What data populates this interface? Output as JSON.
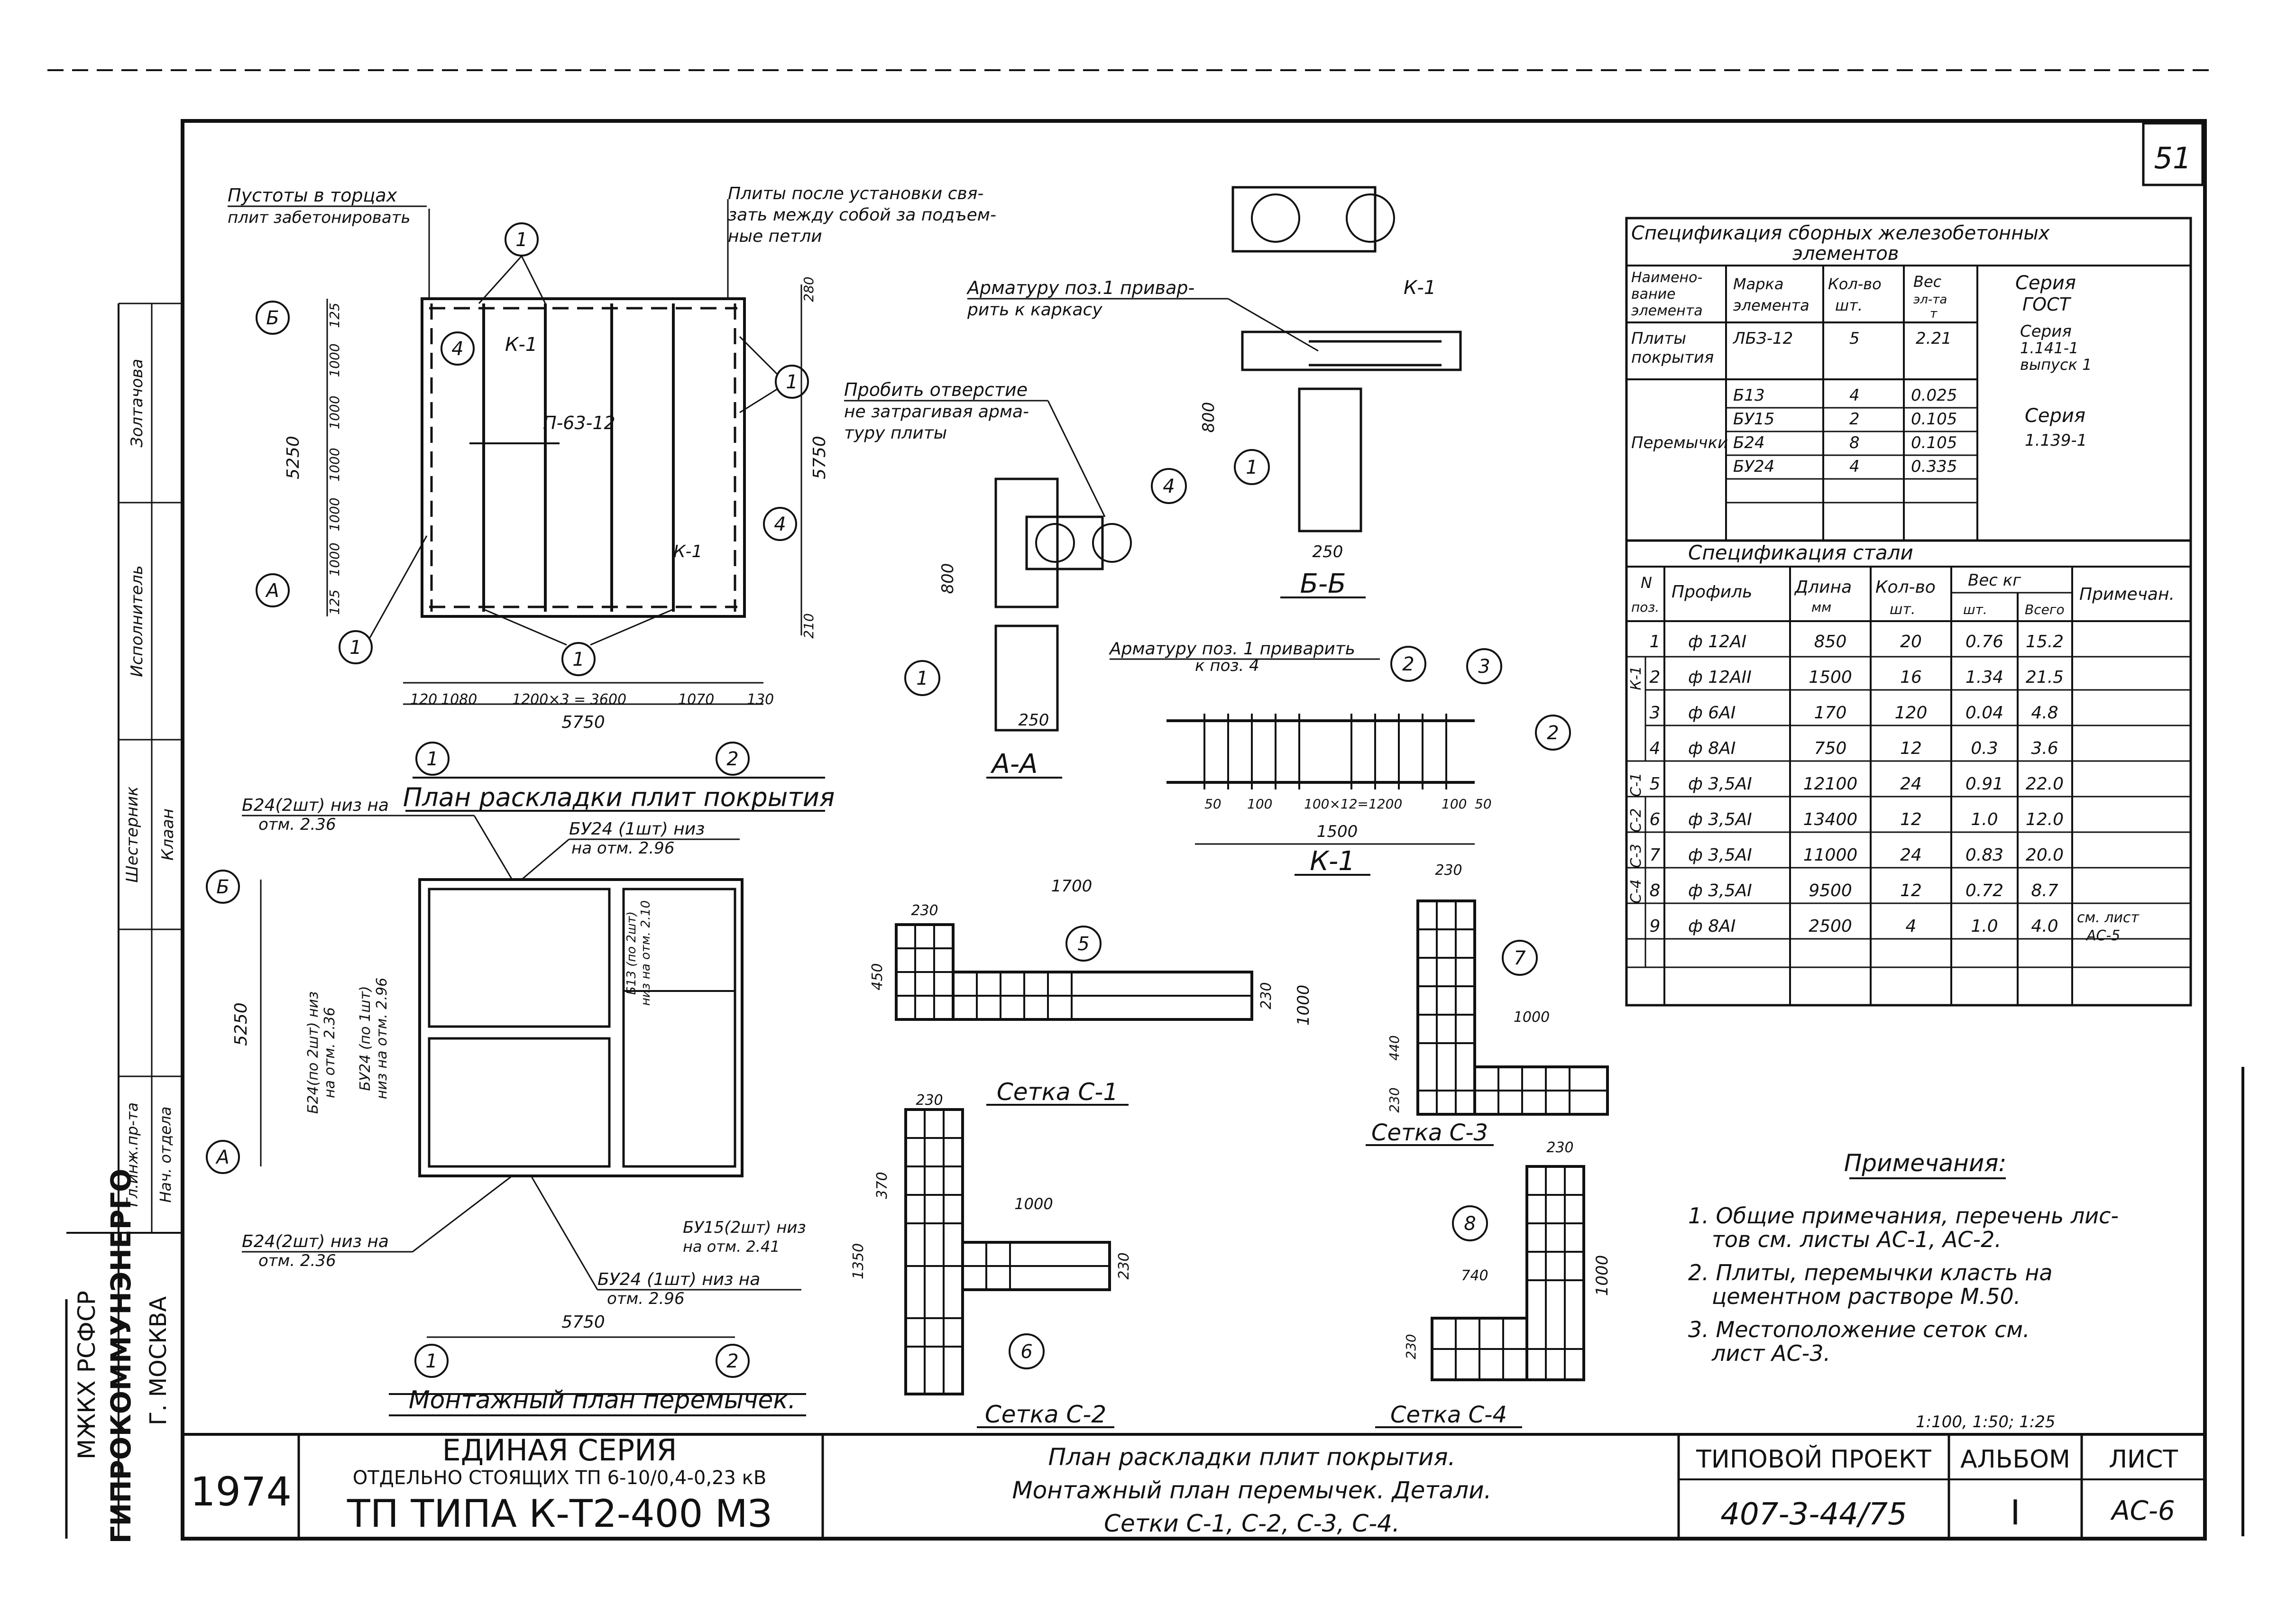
{
  "sheet_number": "51",
  "labels": {
    "note_voids": "Пустоты в торцах",
    "note_voids_2": "плит забетонировать",
    "note_plates_1": "Плиты после установки свя-",
    "note_plates_2": "зать между собой за подъем-",
    "note_plates_3": "ные петли",
    "note_rebar_1": "Арматуру поз.1 привар-",
    "note_rebar_2": "рить к каркасу",
    "note_hole_1": "Пробить отверстие",
    "note_hole_2": "не затрагивая арма-",
    "note_hole_3": "туру плиты",
    "note_rebar_weld": "Арматуру поз. 1 приварить",
    "note_rebar_weld_2": "к поз. 4",
    "k1": "К-1",
    "p63": "П-63-12",
    "section_b": "Б-Б",
    "section_a": "А-А",
    "plan1_title": "План раскладки плит покрытия",
    "plan2_title": "Монтажный план перемычек.",
    "k1_title": "К-1",
    "mesh1": "Сетка С-1",
    "mesh2": "Сетка С-2",
    "mesh3": "Сетка С-3",
    "mesh4": "Сетка С-4",
    "lintel_1": "Б24(2шт) низ на",
    "lintel_1b": "отм. 2.36",
    "lintel_2": "БУ24 (1шт) низ",
    "lintel_2b": "на отм. 2.96",
    "lintel_3": "Б24(2шт) низ на",
    "lintel_3b": "отм. 2.36",
    "lintel_4": "БУ15(2шт) низ",
    "lintel_4b": "на отм. 2.41",
    "lintel_5": "БУ24 (1шт) низ на",
    "lintel_5b": "отм. 2.96",
    "lintel_v1": "Б24(по 2шт) низ",
    "lintel_v1b": "на отм. 2.36",
    "lintel_v2": "БУ24 (по 1шт)",
    "lintel_v2b": "низ на отм. 2.96",
    "lintel_v3": "Б13 (по 2шт)",
    "lintel_v3b": "низ на отм. 2.10"
  },
  "dims": {
    "d5750": "5750",
    "d5250": "5250",
    "d120": "120",
    "d1080": "1080",
    "d3600": "1200×3 = 3600",
    "d1070": "1070",
    "d130": "130",
    "d125": "125",
    "d1000": "1000",
    "d280": "280",
    "d210": "210",
    "d800": "800",
    "d250": "250",
    "d1500": "1500",
    "d1200": "100×12=1200",
    "d100": "100",
    "d50": "50",
    "d1700": "1700",
    "d230": "230",
    "d450": "450",
    "d1350": "1350",
    "d370": "370",
    "d740": "740",
    "d440": "440"
  },
  "axes": {
    "a": "А",
    "b": "Б",
    "one": "1",
    "two": "2"
  },
  "positions": [
    "1",
    "2",
    "3",
    "4",
    "5",
    "6",
    "7",
    "8"
  ],
  "spec_precast": {
    "title_1": "Спецификация   сборных   железобетонных",
    "title_2": "элементов",
    "headers": [
      "Наимено-",
      "вание",
      "элемента",
      "Марка",
      "элемента",
      "Кол-во",
      "шт.",
      "Вес",
      "эл-та",
      "т",
      "Серия",
      "ГОСТ"
    ],
    "rows": [
      {
        "name": "Плиты",
        "name2": "покрытия",
        "mark": "ЛБЗ-12",
        "qty": "5",
        "weight": "2.21",
        "series": "Серия",
        "series2": "1.141-1",
        "series3": "выпуск 1"
      },
      {
        "name": "Перемычки",
        "mark": "Б13",
        "qty": "4",
        "weight": "0.025",
        "series": "Серия",
        "series2": "1.139-1"
      },
      {
        "mark": "БУ15",
        "qty": "2",
        "weight": "0.105"
      },
      {
        "mark": "Б24",
        "qty": "8",
        "weight": "0.105"
      },
      {
        "mark": "БУ24",
        "qty": "4",
        "weight": "0.335"
      }
    ]
  },
  "spec_steel": {
    "title": "Спецификация   стали",
    "headers": [
      "N",
      "поз.",
      "Профиль",
      "Длина",
      "мм",
      "Кол-во",
      "шт.",
      "Вес  кг",
      "шт.",
      "Всего",
      "Примечан."
    ],
    "rows": [
      {
        "group": "",
        "pos": "1",
        "profile": "ф 12АI",
        "len": "850",
        "qty": "20",
        "w": "0.76",
        "tot": "15.2",
        "note": ""
      },
      {
        "group": "К-1",
        "pos": "2",
        "profile": "ф 12АII",
        "len": "1500",
        "qty": "16",
        "w": "1.34",
        "tot": "21.5",
        "note": ""
      },
      {
        "group": "",
        "pos": "3",
        "profile": "ф 6АI",
        "len": "170",
        "qty": "120",
        "w": "0.04",
        "tot": "4.8",
        "note": ""
      },
      {
        "group": "",
        "pos": "4",
        "profile": "ф 8АI",
        "len": "750",
        "qty": "12",
        "w": "0.3",
        "tot": "3.6",
        "note": ""
      },
      {
        "group": "С-1",
        "pos": "5",
        "profile": "ф 3,5АI",
        "len": "12100",
        "qty": "24",
        "w": "0.91",
        "tot": "22.0",
        "note": ""
      },
      {
        "group": "С-2",
        "pos": "6",
        "profile": "ф 3,5АI",
        "len": "13400",
        "qty": "12",
        "w": "1.0",
        "tot": "12.0",
        "note": ""
      },
      {
        "group": "С-3",
        "pos": "7",
        "profile": "ф 3,5АI",
        "len": "11000",
        "qty": "24",
        "w": "0.83",
        "tot": "20.0",
        "note": ""
      },
      {
        "group": "С-4",
        "pos": "8",
        "profile": "ф 3,5АI",
        "len": "9500",
        "qty": "12",
        "w": "0.72",
        "tot": "8.7",
        "note": ""
      },
      {
        "group": "",
        "pos": "9",
        "profile": "ф 8АI",
        "len": "2500",
        "qty": "4",
        "w": "1.0",
        "tot": "4.0",
        "note": "см. лист",
        "note2": "АС-5"
      }
    ]
  },
  "notes": {
    "title": "Примечания:",
    "n1a": "1. Общие примечания, перечень лис-",
    "n1b": "тов см. листы АС-1, АС-2.",
    "n2a": "2. Плиты, перемычки класть на",
    "n2b": "цементном растворе М.50.",
    "n3a": "3. Местоположение сеток см.",
    "n3b": "лист АС-3."
  },
  "scale": "1:100,  1:50;  1:25",
  "title_block": {
    "year": "1974",
    "series": "ЕДИНАЯ  СЕРИЯ",
    "subtitle": "ОТДЕЛЬНО СТОЯЩИХ  ТП 6-10/0,4-0,23 кВ",
    "tp": "ТП ТИПА К-Т2-400 МЗ",
    "desc1": "План раскладки плит покрытия.",
    "desc2": "Монтажный план перемычек. Детали.",
    "desc3": "Сетки С-1, С-2, С-3, С-4.",
    "project_label": "ТИПОВОЙ ПРОЕКТ",
    "project": "407-3-44/75",
    "album_label": "АЛЬБОМ",
    "album": "I",
    "sheet_label": "ЛИСТ",
    "sheet": "АС-6"
  },
  "side_stamp": {
    "org1": "МЖКХ РСФСР",
    "org2": "ГИПРОКОММУНЭНЕРГО",
    "org3": "Г. МОСКВА",
    "r1": "Гл.инж.пр-та",
    "r2": "Нач. отдела",
    "r3": "Шестерник",
    "r4": "Клаан",
    "r5": "Исполнитель",
    "r6": "Золтачова"
  }
}
